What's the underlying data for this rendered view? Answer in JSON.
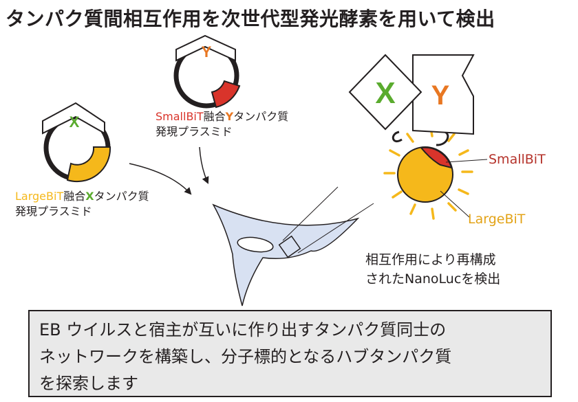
{
  "title": "タンパク質間相互作用を次世代型発光酵素を用いて検出",
  "plasmid_x": {
    "gene_letter": "X",
    "tag_name": "LargeBiT",
    "fused_prefix": "融合",
    "fused_suffix": "タンパク質",
    "line2": "発現プラスミド"
  },
  "plasmid_y": {
    "gene_letter": "Y",
    "tag_name": "SmallBiT",
    "fused_prefix": "融合",
    "fused_suffix": "タンパク質",
    "line2": "発現プラスミド"
  },
  "complex": {
    "protein_x": "X",
    "protein_y": "Y",
    "smallbit_label": "SmallBiT",
    "largebit_label": "LargeBiT"
  },
  "detection": {
    "line1": "相互作用により再構成",
    "line2": "されたNanoLucを検出"
  },
  "summary": {
    "line1": "EB ウイルスと宿主が互いに作り出すタンパク質同士の",
    "line2": "ネットワークを構築し、分子標的となるハブタンパク質",
    "line3": "を探索します"
  },
  "colors": {
    "x_green": "#5aab2e",
    "y_orange": "#e87722",
    "largebit_yellow": "#f5b81b",
    "smallbit_red": "#d9342b",
    "cell_blue": "#d8e1f2"
  }
}
